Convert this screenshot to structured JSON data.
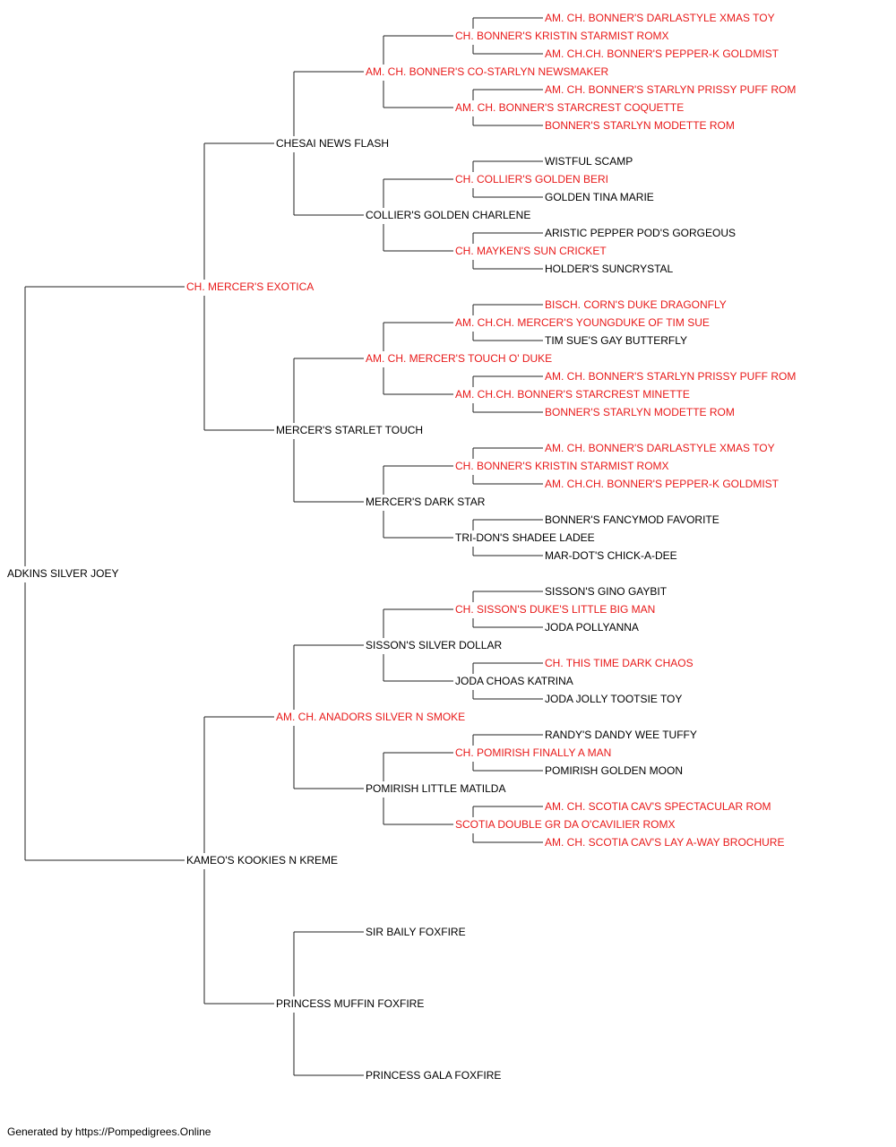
{
  "colors": {
    "champion": "#e81a1a",
    "normal": "#000000",
    "connector": "#222222"
  },
  "pedigree": {
    "name": "ADKINS SILVER JOEY",
    "champion": false,
    "sire": {
      "name": "CH. MERCER'S EXOTICA",
      "champion": true,
      "sire": {
        "name": "CHESAI NEWS FLASH",
        "champion": false,
        "sire": {
          "name": "AM. CH. BONNER'S CO-STARLYN NEWSMAKER",
          "champion": true,
          "sire": {
            "name": "CH. BONNER'S KRISTIN STARMIST ROMX",
            "champion": true,
            "sire": {
              "name": "AM. CH. BONNER'S DARLASTYLE XMAS TOY",
              "champion": true
            },
            "dam": {
              "name": "AM. CH.CH. BONNER'S PEPPER-K GOLDMIST",
              "champion": true
            }
          },
          "dam": {
            "name": "AM. CH. BONNER'S STARCREST COQUETTE",
            "champion": true,
            "sire": {
              "name": "AM. CH. BONNER'S STARLYN PRISSY PUFF ROM",
              "champion": true
            },
            "dam": {
              "name": "BONNER'S STARLYN MODETTE ROM",
              "champion": true
            }
          }
        },
        "dam": {
          "name": "COLLIER'S GOLDEN CHARLENE",
          "champion": false,
          "sire": {
            "name": "CH. COLLIER'S GOLDEN BERI",
            "champion": true,
            "sire": {
              "name": "WISTFUL SCAMP",
              "champion": false
            },
            "dam": {
              "name": "GOLDEN TINA MARIE",
              "champion": false
            }
          },
          "dam": {
            "name": "CH. MAYKEN'S SUN CRICKET",
            "champion": true,
            "sire": {
              "name": "ARISTIC PEPPER POD'S GORGEOUS",
              "champion": false
            },
            "dam": {
              "name": "HOLDER'S SUNCRYSTAL",
              "champion": false
            }
          }
        }
      },
      "dam": {
        "name": "MERCER'S STARLET TOUCH",
        "champion": false,
        "sire": {
          "name": "AM. CH. MERCER'S TOUCH O' DUKE",
          "champion": true,
          "sire": {
            "name": "AM. CH.CH. MERCER'S YOUNGDUKE OF TIM SUE",
            "champion": true,
            "sire": {
              "name": "BISCH. CORN'S DUKE DRAGONFLY",
              "champion": true
            },
            "dam": {
              "name": "TIM SUE'S GAY BUTTERFLY",
              "champion": false
            }
          },
          "dam": {
            "name": "AM. CH.CH. BONNER'S STARCREST MINETTE",
            "champion": true,
            "sire": {
              "name": "AM. CH. BONNER'S STARLYN PRISSY PUFF ROM",
              "champion": true
            },
            "dam": {
              "name": "BONNER'S STARLYN MODETTE ROM",
              "champion": true
            }
          }
        },
        "dam": {
          "name": "MERCER'S DARK STAR",
          "champion": false,
          "sire": {
            "name": "CH. BONNER'S KRISTIN STARMIST ROMX",
            "champion": true,
            "sire": {
              "name": "AM. CH. BONNER'S DARLASTYLE XMAS TOY",
              "champion": true
            },
            "dam": {
              "name": "AM. CH.CH. BONNER'S PEPPER-K GOLDMIST",
              "champion": true
            }
          },
          "dam": {
            "name": "TRI-DON'S SHADEE LADEE",
            "champion": false,
            "sire": {
              "name": "BONNER'S FANCYMOD FAVORITE",
              "champion": false
            },
            "dam": {
              "name": "MAR-DOT'S CHICK-A-DEE",
              "champion": false
            }
          }
        }
      }
    },
    "dam": {
      "name": "KAMEO'S KOOKIES N KREME",
      "champion": false,
      "sire": {
        "name": "AM. CH. ANADORS SILVER N SMOKE",
        "champion": true,
        "sire": {
          "name": "SISSON'S SILVER DOLLAR",
          "champion": false,
          "sire": {
            "name": "CH. SISSON'S DUKE'S LITTLE BIG MAN",
            "champion": true,
            "sire": {
              "name": "SISSON'S GINO GAYBIT",
              "champion": false
            },
            "dam": {
              "name": "JODA POLLYANNA",
              "champion": false
            }
          },
          "dam": {
            "name": "JODA CHOAS KATRINA",
            "champion": false,
            "sire": {
              "name": "CH. THIS TIME DARK CHAOS",
              "champion": true
            },
            "dam": {
              "name": "JODA JOLLY TOOTSIE TOY",
              "champion": false
            }
          }
        },
        "dam": {
          "name": "POMIRISH LITTLE MATILDA",
          "champion": false,
          "sire": {
            "name": "CH. POMIRISH FINALLY A MAN",
            "champion": true,
            "sire": {
              "name": "RANDY'S DANDY WEE TUFFY",
              "champion": false
            },
            "dam": {
              "name": "POMIRISH GOLDEN MOON",
              "champion": false
            }
          },
          "dam": {
            "name": "SCOTIA DOUBLE GR DA O'CAVILIER ROMX",
            "champion": true,
            "sire": {
              "name": "AM. CH. SCOTIA CAV'S SPECTACULAR ROM",
              "champion": true
            },
            "dam": {
              "name": "AM. CH. SCOTIA CAV'S LAY A-WAY BROCHURE",
              "champion": true
            }
          }
        }
      },
      "dam": {
        "name": "PRINCESS MUFFIN FOXFIRE",
        "champion": false,
        "sire": {
          "name": "SIR BAILY FOXFIRE",
          "champion": false
        },
        "dam": {
          "name": "PRINCESS GALA FOXFIRE",
          "champion": false
        }
      }
    }
  },
  "footer": {
    "text": "Generated by https://Pompedigrees.Online"
  }
}
